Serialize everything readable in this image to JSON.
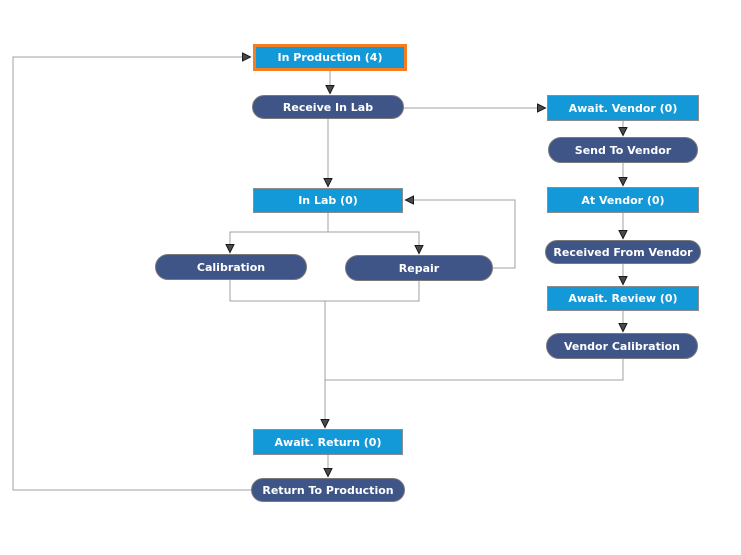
{
  "diagram": {
    "description": "Workflow state diagram",
    "colors": {
      "status_fill": "#1398d8",
      "action_fill": "#3f5588",
      "selected_border": "#f57e20",
      "node_border": "#8c8c8c",
      "connector_line": "#a0a0a0",
      "arrowhead": "#3a3a3a",
      "text": "#ffffff",
      "background": "#ffffff"
    },
    "nodes": [
      {
        "id": "in-production",
        "label": "In Production (4)",
        "kind": "status",
        "count": 4,
        "selected": true
      },
      {
        "id": "receive-in-lab",
        "label": "Receive In Lab",
        "kind": "action"
      },
      {
        "id": "await-vendor",
        "label": "Await. Vendor (0)",
        "kind": "status",
        "count": 0
      },
      {
        "id": "send-to-vendor",
        "label": "Send To Vendor",
        "kind": "action"
      },
      {
        "id": "in-lab",
        "label": "In Lab (0)",
        "kind": "status",
        "count": 0
      },
      {
        "id": "at-vendor",
        "label": "At Vendor (0)",
        "kind": "status",
        "count": 0
      },
      {
        "id": "calibration",
        "label": "Calibration",
        "kind": "action"
      },
      {
        "id": "repair",
        "label": "Repair",
        "kind": "action"
      },
      {
        "id": "received-from-vendor",
        "label": "Received From Vendor",
        "kind": "action"
      },
      {
        "id": "await-review",
        "label": "Await. Review (0)",
        "kind": "status",
        "count": 0
      },
      {
        "id": "vendor-calibration",
        "label": "Vendor Calibration",
        "kind": "action"
      },
      {
        "id": "await-return",
        "label": "Await. Return (0)",
        "kind": "status",
        "count": 0
      },
      {
        "id": "return-to-production",
        "label": "Return To Production",
        "kind": "action"
      }
    ],
    "edges": [
      {
        "from": "in-production",
        "to": "receive-in-lab"
      },
      {
        "from": "receive-in-lab",
        "to": "in-lab"
      },
      {
        "from": "receive-in-lab",
        "to": "await-vendor"
      },
      {
        "from": "await-vendor",
        "to": "send-to-vendor"
      },
      {
        "from": "send-to-vendor",
        "to": "at-vendor"
      },
      {
        "from": "at-vendor",
        "to": "received-from-vendor"
      },
      {
        "from": "received-from-vendor",
        "to": "await-review"
      },
      {
        "from": "await-review",
        "to": "vendor-calibration"
      },
      {
        "from": "in-lab",
        "to": "calibration"
      },
      {
        "from": "in-lab",
        "to": "repair"
      },
      {
        "from": "repair",
        "to": "in-lab"
      },
      {
        "from": "calibration",
        "to": "await-return"
      },
      {
        "from": "repair",
        "to": "await-return"
      },
      {
        "from": "vendor-calibration",
        "to": "await-return"
      },
      {
        "from": "await-return",
        "to": "return-to-production"
      },
      {
        "from": "return-to-production",
        "to": "in-production"
      }
    ]
  }
}
